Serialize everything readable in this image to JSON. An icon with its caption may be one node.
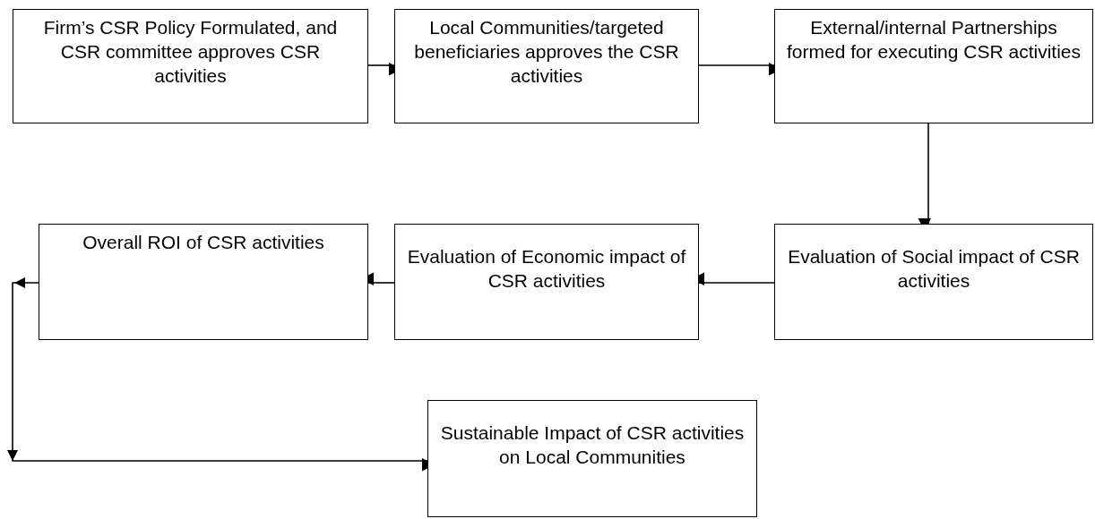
{
  "diagram": {
    "nodes": [
      {
        "text": [
          "Firm’s CSR Policy Formulated, and CSR committee approves CSR activities"
        ]
      },
      {
        "text": [
          "Local Communities/targeted beneficiaries approves the CSR activities"
        ]
      },
      {
        "text": [
          "External/internal Partnerships formed for executing CSR activities"
        ]
      },
      {
        "text": [
          "Overall ROI of CSR activities"
        ]
      },
      {
        "text": [
          "Evaluation of Economic impact of CSR activities"
        ]
      },
      {
        "text": [
          "Evaluation of Social impact of CSR activities"
        ]
      },
      {
        "text": [
          "Sustainable Impact of CSR activities on Local Communities"
        ]
      }
    ],
    "edges": [
      {
        "from": 0,
        "to": 1,
        "arrow": "to"
      },
      {
        "from": 1,
        "to": 2,
        "arrow": "to"
      },
      {
        "from": 2,
        "to": 5,
        "arrow": "to"
      },
      {
        "from": 5,
        "to": 4,
        "arrow": "to"
      },
      {
        "from": 4,
        "to": 3,
        "arrow": "to"
      },
      {
        "from": 3,
        "to": 6,
        "arrow": "to"
      }
    ]
  }
}
